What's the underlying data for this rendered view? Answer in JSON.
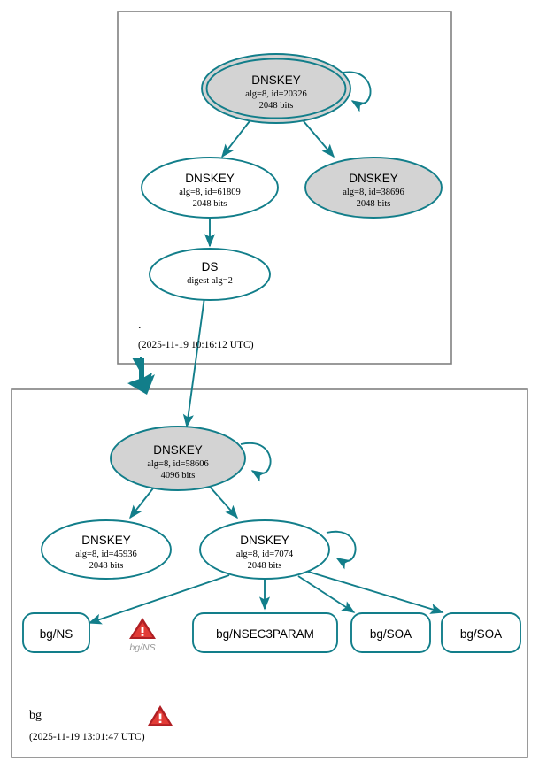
{
  "diagram": {
    "type": "dnssec-authentication-chain",
    "accent_color": "#127e8a",
    "sep_fill_color": "#d3d3d3",
    "plain_fill_color": "#ffffff",
    "zone_border_color": "#808080",
    "warning_color": "#b01f24"
  },
  "zones": [
    {
      "id": "root",
      "name": ".",
      "timestamp": "(2025-11-19 10:16:12 UTC)",
      "has_warning": false
    },
    {
      "id": "bg",
      "name": "bg",
      "timestamp": "(2025-11-19 13:01:47 UTC)",
      "has_warning": true,
      "warning_icon": "warning-triangle-icon"
    }
  ],
  "nodes": [
    {
      "id": "root-ksk-20326",
      "zone": "root",
      "shape": "double-ellipse",
      "fill": "gray",
      "type": "DNSKEY",
      "line1": "DNSKEY",
      "line2": "alg=8, id=20326",
      "line3": "2048 bits",
      "self_signed": true
    },
    {
      "id": "root-zsk-61809",
      "zone": "root",
      "shape": "ellipse",
      "fill": "white",
      "type": "DNSKEY",
      "line1": "DNSKEY",
      "line2": "alg=8, id=61809",
      "line3": "2048 bits",
      "self_signed": false
    },
    {
      "id": "root-zsk-38696",
      "zone": "root",
      "shape": "ellipse",
      "fill": "gray",
      "type": "DNSKEY",
      "line1": "DNSKEY",
      "line2": "alg=8, id=38696",
      "line3": "2048 bits",
      "self_signed": false
    },
    {
      "id": "root-ds",
      "zone": "root",
      "shape": "ellipse",
      "fill": "white",
      "type": "DS",
      "line1": "DS",
      "line2": "digest alg=2",
      "line3": "",
      "self_signed": false
    },
    {
      "id": "bg-ksk-58606",
      "zone": "bg",
      "shape": "ellipse",
      "fill": "gray",
      "type": "DNSKEY",
      "line1": "DNSKEY",
      "line2": "alg=8, id=58606",
      "line3": "4096 bits",
      "self_signed": true
    },
    {
      "id": "bg-zsk-45936",
      "zone": "bg",
      "shape": "ellipse",
      "fill": "white",
      "type": "DNSKEY",
      "line1": "DNSKEY",
      "line2": "alg=8, id=45936",
      "line3": "2048 bits",
      "self_signed": false
    },
    {
      "id": "bg-zsk-7074",
      "zone": "bg",
      "shape": "ellipse",
      "fill": "white",
      "type": "DNSKEY",
      "line1": "DNSKEY",
      "line2": "alg=8, id=7074",
      "line3": "2048 bits",
      "self_signed": true
    }
  ],
  "records": [
    {
      "id": "rr-ns",
      "label": "bg/NS"
    },
    {
      "id": "rr-nsec3param",
      "label": "bg/NSEC3PARAM"
    },
    {
      "id": "rr-soa-1",
      "label": "bg/SOA"
    },
    {
      "id": "rr-soa-2",
      "label": "bg/SOA"
    }
  ],
  "warnings": [
    {
      "id": "warn-bg-ns",
      "label": "bg/NS",
      "icon": "warning-triangle-icon"
    }
  ],
  "edges": [
    {
      "from": "root-ksk-20326",
      "to": "root-ksk-20326"
    },
    {
      "from": "root-ksk-20326",
      "to": "root-zsk-61809"
    },
    {
      "from": "root-ksk-20326",
      "to": "root-zsk-38696"
    },
    {
      "from": "root-zsk-61809",
      "to": "root-ds"
    },
    {
      "from": "root-ds",
      "to": "bg-ksk-58606"
    },
    {
      "from": "bg-ksk-58606",
      "to": "bg-ksk-58606"
    },
    {
      "from": "bg-ksk-58606",
      "to": "bg-zsk-45936"
    },
    {
      "from": "bg-ksk-58606",
      "to": "bg-zsk-7074"
    },
    {
      "from": "bg-zsk-7074",
      "to": "bg-zsk-7074"
    },
    {
      "from": "bg-zsk-7074",
      "to": "rr-ns"
    },
    {
      "from": "bg-zsk-7074",
      "to": "rr-nsec3param"
    },
    {
      "from": "bg-zsk-7074",
      "to": "rr-soa-1"
    },
    {
      "from": "bg-zsk-7074",
      "to": "rr-soa-2"
    },
    {
      "from": "root",
      "to": "bg",
      "style": "delegation-thick"
    }
  ]
}
